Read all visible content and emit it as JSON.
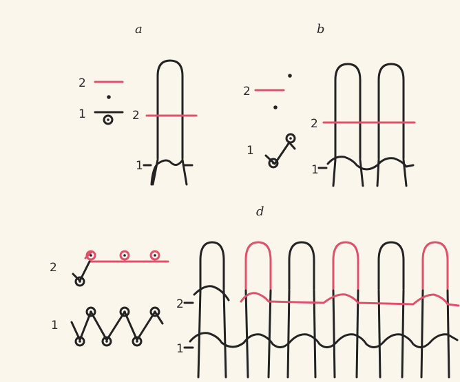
{
  "colors": {
    "background": "#fbf6ec",
    "ink": "#232323",
    "accent": "#e0506a"
  },
  "panels": {
    "a": {
      "label": "a",
      "sym_row2": "2",
      "sym_row1": "1",
      "loop_row2": "2",
      "loop_row1": "1"
    },
    "b": {
      "label": "b",
      "sym_row2": "2",
      "sym_row1": "1",
      "loop_row2": "2",
      "loop_row1": "1"
    },
    "d": {
      "label": "d",
      "sym_row2": "2",
      "sym_row1": "1",
      "loop_row2": "2",
      "loop_row1": "1"
    }
  }
}
